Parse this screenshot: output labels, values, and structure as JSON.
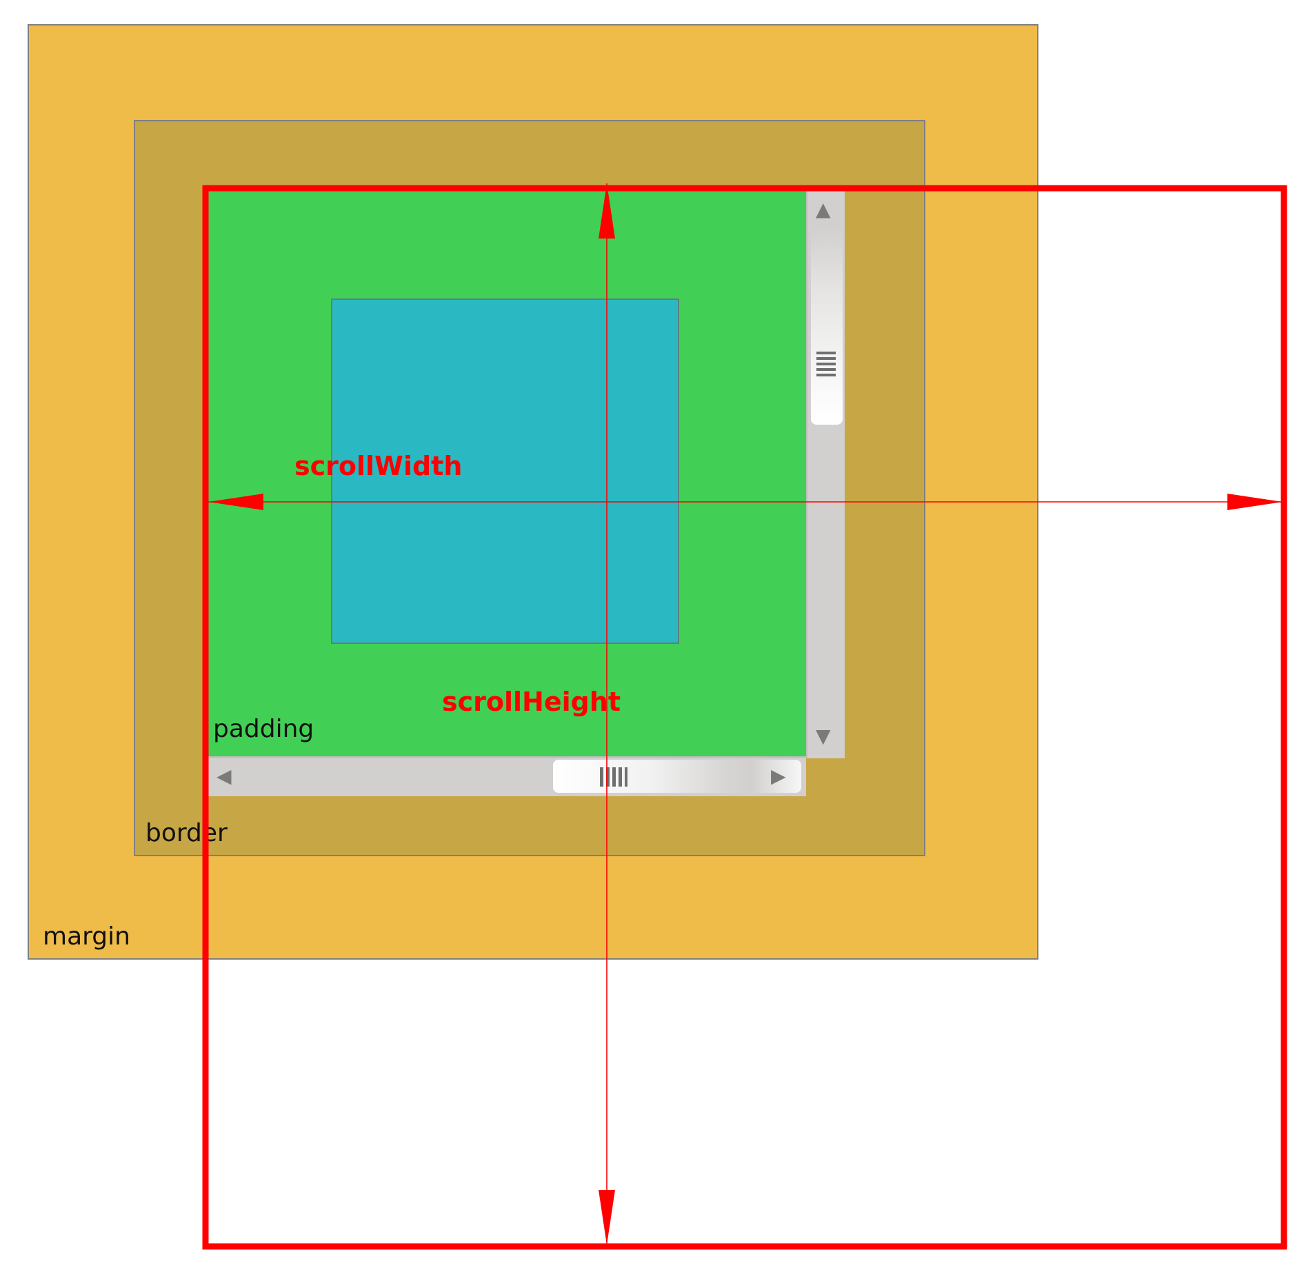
{
  "labels": {
    "margin": "margin",
    "border": "border",
    "padding": "padding",
    "scroll_width": "scrollWidth",
    "scroll_height": "scrollHeight"
  },
  "colors": {
    "margin": "#efbc4a",
    "border": "#c7a645",
    "padding": "#42cf55",
    "content": "#2ab9c2",
    "highlight": "#ff0000",
    "scrollbar_track": "#d1d0ce"
  },
  "icons": {
    "scroll_up": "triangle-up-icon",
    "scroll_down": "triangle-down-icon",
    "scroll_left": "triangle-left-icon",
    "scroll_right": "triangle-right-icon",
    "grip": "grip-lines-icon"
  }
}
